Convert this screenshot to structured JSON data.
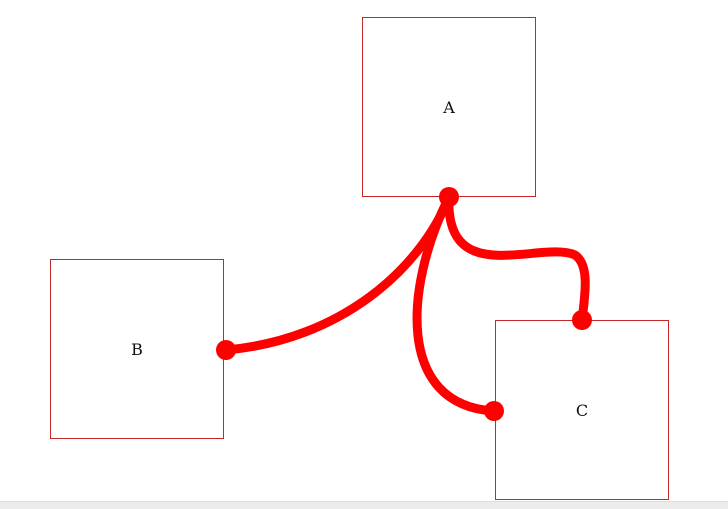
{
  "diagram": {
    "nodes": [
      {
        "id": "A",
        "label": "A"
      },
      {
        "id": "B",
        "label": "B"
      },
      {
        "id": "C",
        "label": "C"
      }
    ],
    "connections": [
      {
        "from": "A",
        "to": "B"
      },
      {
        "from": "A",
        "to": "C"
      },
      {
        "from": "A",
        "to": "C"
      }
    ]
  },
  "colors": {
    "connector": "#ff0000",
    "node_border": "#c62828",
    "background": "#ffffff"
  }
}
